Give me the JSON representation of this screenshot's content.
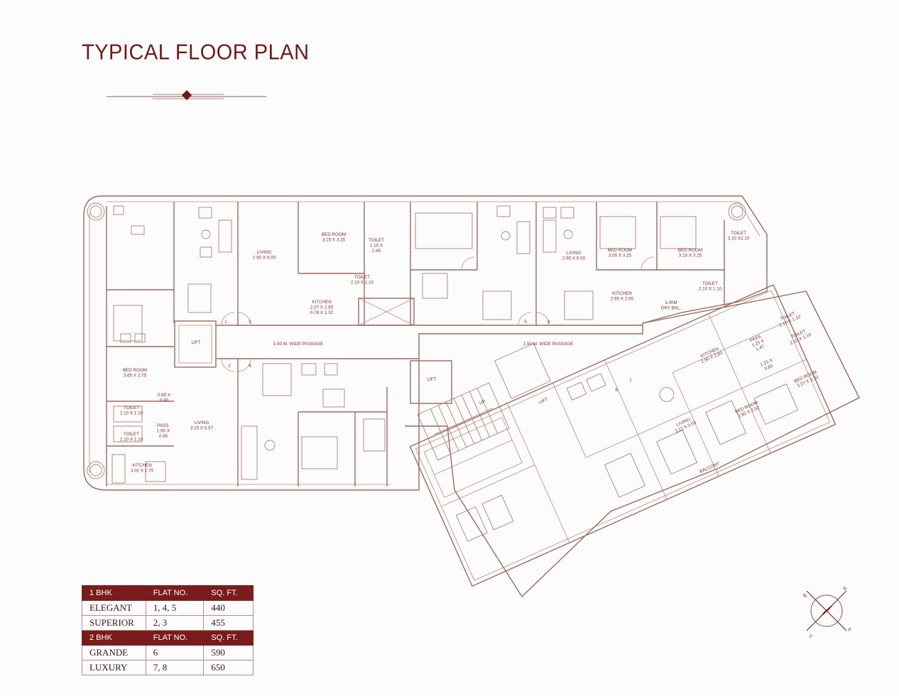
{
  "title": "TYPICAL FLOOR PLAN",
  "colors": {
    "accent": "#6e1a1a",
    "wall": "#9b6a60",
    "table_header": "#7a1c1c"
  },
  "plan": {
    "passage_left": "1.50 M. WIDE PASSAGE",
    "passage_right": "1.50 M. WIDE PASSAGE",
    "lift": "LIFT",
    "up": "UP",
    "balcony": "BALCONY",
    "dry_bal": [
      "1.00M",
      "DRY BAL."
    ],
    "flat_numbers": [
      "1",
      "2",
      "3",
      "4",
      "5",
      "6",
      "7",
      "8"
    ],
    "rooms": {
      "living_a": [
        "LIVING",
        "2.90 X 6.00"
      ],
      "bed_a": [
        "BED ROOM",
        "3.15 X 3.25"
      ],
      "toilet_a": [
        "TOILET",
        "1.10 X",
        "2.45"
      ],
      "toilet_b": [
        "TOILET",
        "2.10 X 1.10"
      ],
      "kitchen_a": [
        "KITCHEN",
        "2.07 X 2.65",
        "0.78 X 1.32"
      ],
      "living_b": [
        "LIVING",
        "2.90 X 6.00"
      ],
      "bed_b": [
        "BED ROOM",
        "3.00 X 3.25"
      ],
      "bed_c": [
        "BED ROOM",
        "3.10 X 3.25"
      ],
      "toilet_c": [
        "TOILET",
        "3.20 X2.10"
      ],
      "toilet_d": [
        "TOILET",
        "2.10 X 1.10"
      ],
      "kitchen_b": [
        "KITCHEN",
        "2.95 X 2.65"
      ],
      "bed_d": [
        "BED ROOM",
        "3.65 X 2.75"
      ],
      "dim_a": [
        "0.85 X",
        "0.90"
      ],
      "toilet_e": [
        "TOILET",
        "2.10 X 1.10"
      ],
      "toilet_f": [
        "TOILET",
        "2.10 X 1.10"
      ],
      "pass_a": [
        "PASS.",
        "1.60 X",
        "0.95"
      ],
      "living_c": [
        "LIVING",
        "3.15 X 5.57"
      ],
      "kitchen_c": [
        "KITCHEN",
        "3.02 X 1.75"
      ],
      "kitchen_d": [
        "KITCHEN",
        "2.90 X 2.83"
      ],
      "toilet_g": [
        "TOILET",
        "2.10 X 1.10"
      ],
      "toilet_h": [
        "TOILET",
        "2.10 X 1.10"
      ],
      "pass_b": [
        "PASS.",
        "1.25 X",
        "1.47"
      ],
      "dim_b": [
        "1.25 X",
        "0.80"
      ],
      "bed_e": [
        "BED ROOM",
        "3.37 X 3.10"
      ],
      "living_d": [
        "LIVING",
        "3.12 X 5.53"
      ],
      "bed_f": [
        "BED ROOM",
        "2.90 X 3.52"
      ]
    }
  },
  "table": {
    "groups": [
      {
        "header": [
          "1 BHK",
          "FLAT NO.",
          "SQ. FT."
        ],
        "rows": [
          [
            "ELEGANT",
            "1, 4, 5",
            "440"
          ],
          [
            "SUPERIOR",
            "2, 3",
            "455"
          ]
        ]
      },
      {
        "header": [
          "2 BHK",
          "FLAT NO.",
          "SQ. FT."
        ],
        "rows": [
          [
            "GRANDE",
            "6",
            "590"
          ],
          [
            "LUXURY",
            "7, 8",
            "650"
          ]
        ]
      }
    ]
  },
  "compass": {
    "letters": [
      "N",
      "E",
      "S",
      "W"
    ]
  }
}
